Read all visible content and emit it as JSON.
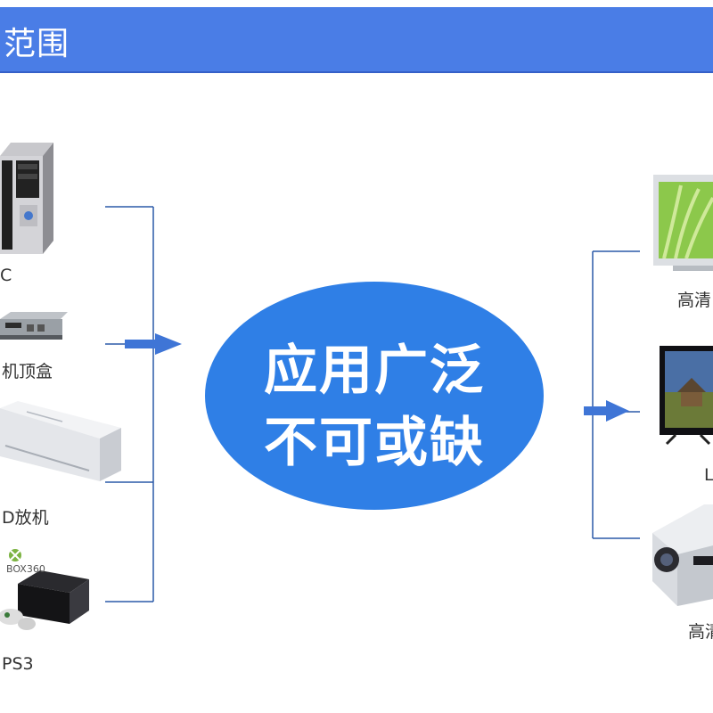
{
  "header": {
    "title": "范围"
  },
  "center": {
    "line1": "应用广泛",
    "line2": "不可或缺"
  },
  "sources": {
    "pc_label": "C",
    "settop_label": "机顶盒",
    "dvd_label": "D放机",
    "xbox_logo": "BOX360",
    "ps3_label": "PS3"
  },
  "outputs": {
    "tv1_label": "高清",
    "tv2_label": "L",
    "projector_label": "高清"
  },
  "colors": {
    "header_bg": "#4a7de6",
    "oval": "#2f7fe6",
    "arrow": "#3f75d6",
    "line": "#2c5aa8"
  },
  "icons": [
    "pc-tower-icon",
    "set-top-box-icon",
    "dvd-player-icon",
    "xbox-logo-icon",
    "game-console-icon",
    "lcd-tv-icon",
    "led-tv-icon",
    "projector-icon"
  ]
}
